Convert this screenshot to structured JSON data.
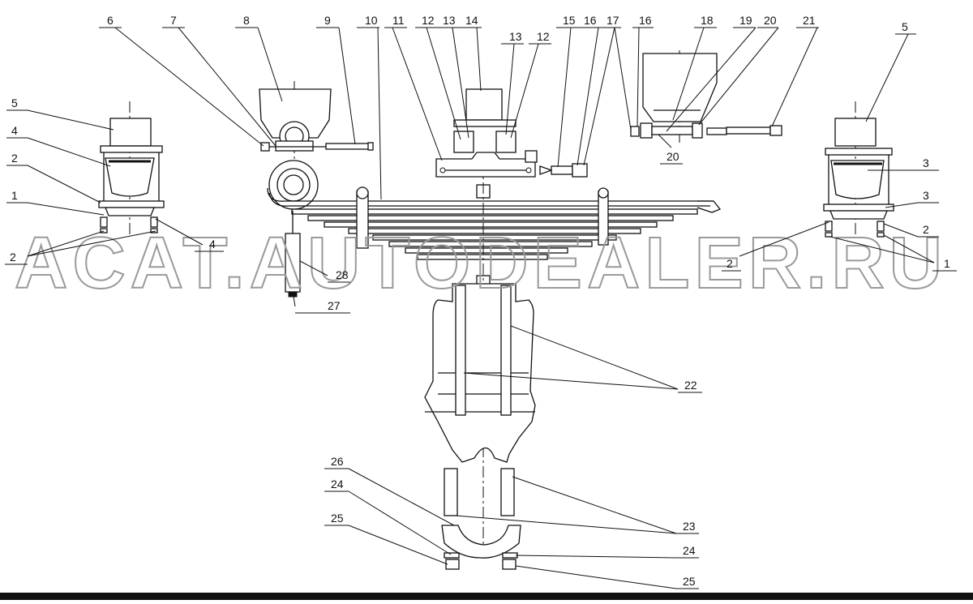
{
  "watermark": "ACAT.AUTODEALER.RU",
  "callouts": [
    "6",
    "7",
    "8",
    "9",
    "10",
    "11",
    "12",
    "13",
    "14",
    "13",
    "12",
    "15",
    "16",
    "17",
    "16",
    "18",
    "19",
    "20",
    "21",
    "5",
    "5",
    "4",
    "3",
    "2",
    "1",
    "2",
    "4",
    "3",
    "2",
    "2",
    "1",
    "20",
    "28",
    "27",
    "22",
    "26",
    "24",
    "25",
    "23",
    "24",
    "25"
  ]
}
